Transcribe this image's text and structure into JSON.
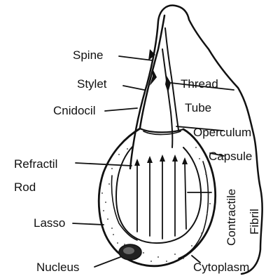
{
  "labels": {
    "spine": "Spine",
    "stylet": "Stylet",
    "cnidocil": "Cnidocil",
    "thread": "Thread",
    "tube": "Tube",
    "operculum": "Operculum",
    "capsule": "Capsule",
    "refractil": "Refractil",
    "rod": "Rod",
    "contractile": "Contractile",
    "fibril": "Fibril",
    "lasso": "Lasso",
    "nucleus": "Nucleus",
    "cytoplasm": "Cytoplasm"
  },
  "colors": {
    "ink": "#111111",
    "background": "#ffffff",
    "stipple": "#555555"
  }
}
